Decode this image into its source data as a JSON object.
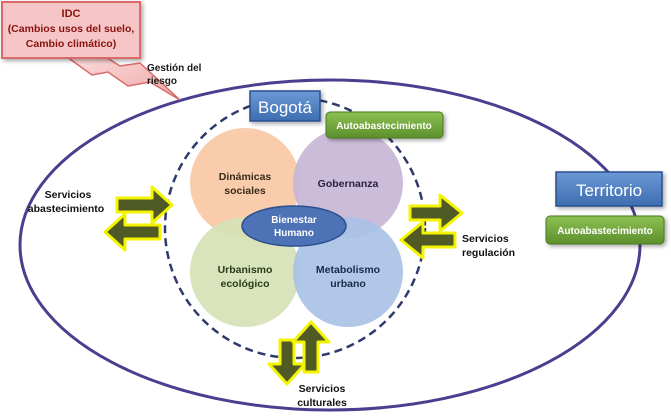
{
  "idc": {
    "title": "IDC",
    "line1": "(Cambios usos del suelo,",
    "line2": "Cambio climático)"
  },
  "gestion": {
    "line1": "Gestión del",
    "line2": "riesgo"
  },
  "bogota": {
    "title": "Bogotá",
    "badge": "Autoabastecimiento"
  },
  "territorio": {
    "title": "Territorio",
    "badge": "Autoabastecimiento"
  },
  "petals": {
    "dinamicas": {
      "line1": "Dinámicas",
      "line2": "sociales"
    },
    "gobernanza": {
      "line1": "Gobernanza"
    },
    "urbanismo": {
      "line1": "Urbanismo",
      "line2": "ecológico"
    },
    "metabolismo": {
      "line1": "Metabolismo",
      "line2": "urbano"
    }
  },
  "center": {
    "line1": "Bienestar",
    "line2": "Humano"
  },
  "services": {
    "abastecimiento": {
      "line1": "Servicios",
      "line2": "abastecimiento"
    },
    "regulacion": {
      "line1": "Servicios",
      "line2": "regulación"
    },
    "culturales": {
      "line1": "Servicios",
      "line2": "culturales"
    }
  },
  "colors": {
    "outer_ellipse": "#4a3f8f",
    "dashed_circle": "#2e3a6b",
    "idc_fill": "#f6c6c6",
    "idc_border": "#d96a6a",
    "bogota_fill": "#4f7fc0",
    "green_badge": "#6fa83a",
    "petal_orange": "#f8c9a4",
    "petal_purple": "#c7b7d6",
    "petal_green": "#d6e2b6",
    "petal_blue": "#a9c2e6",
    "center_fill": "#4d72b5",
    "arrow_fill": "#4f5a24",
    "arrow_glow": "#f4f400"
  }
}
